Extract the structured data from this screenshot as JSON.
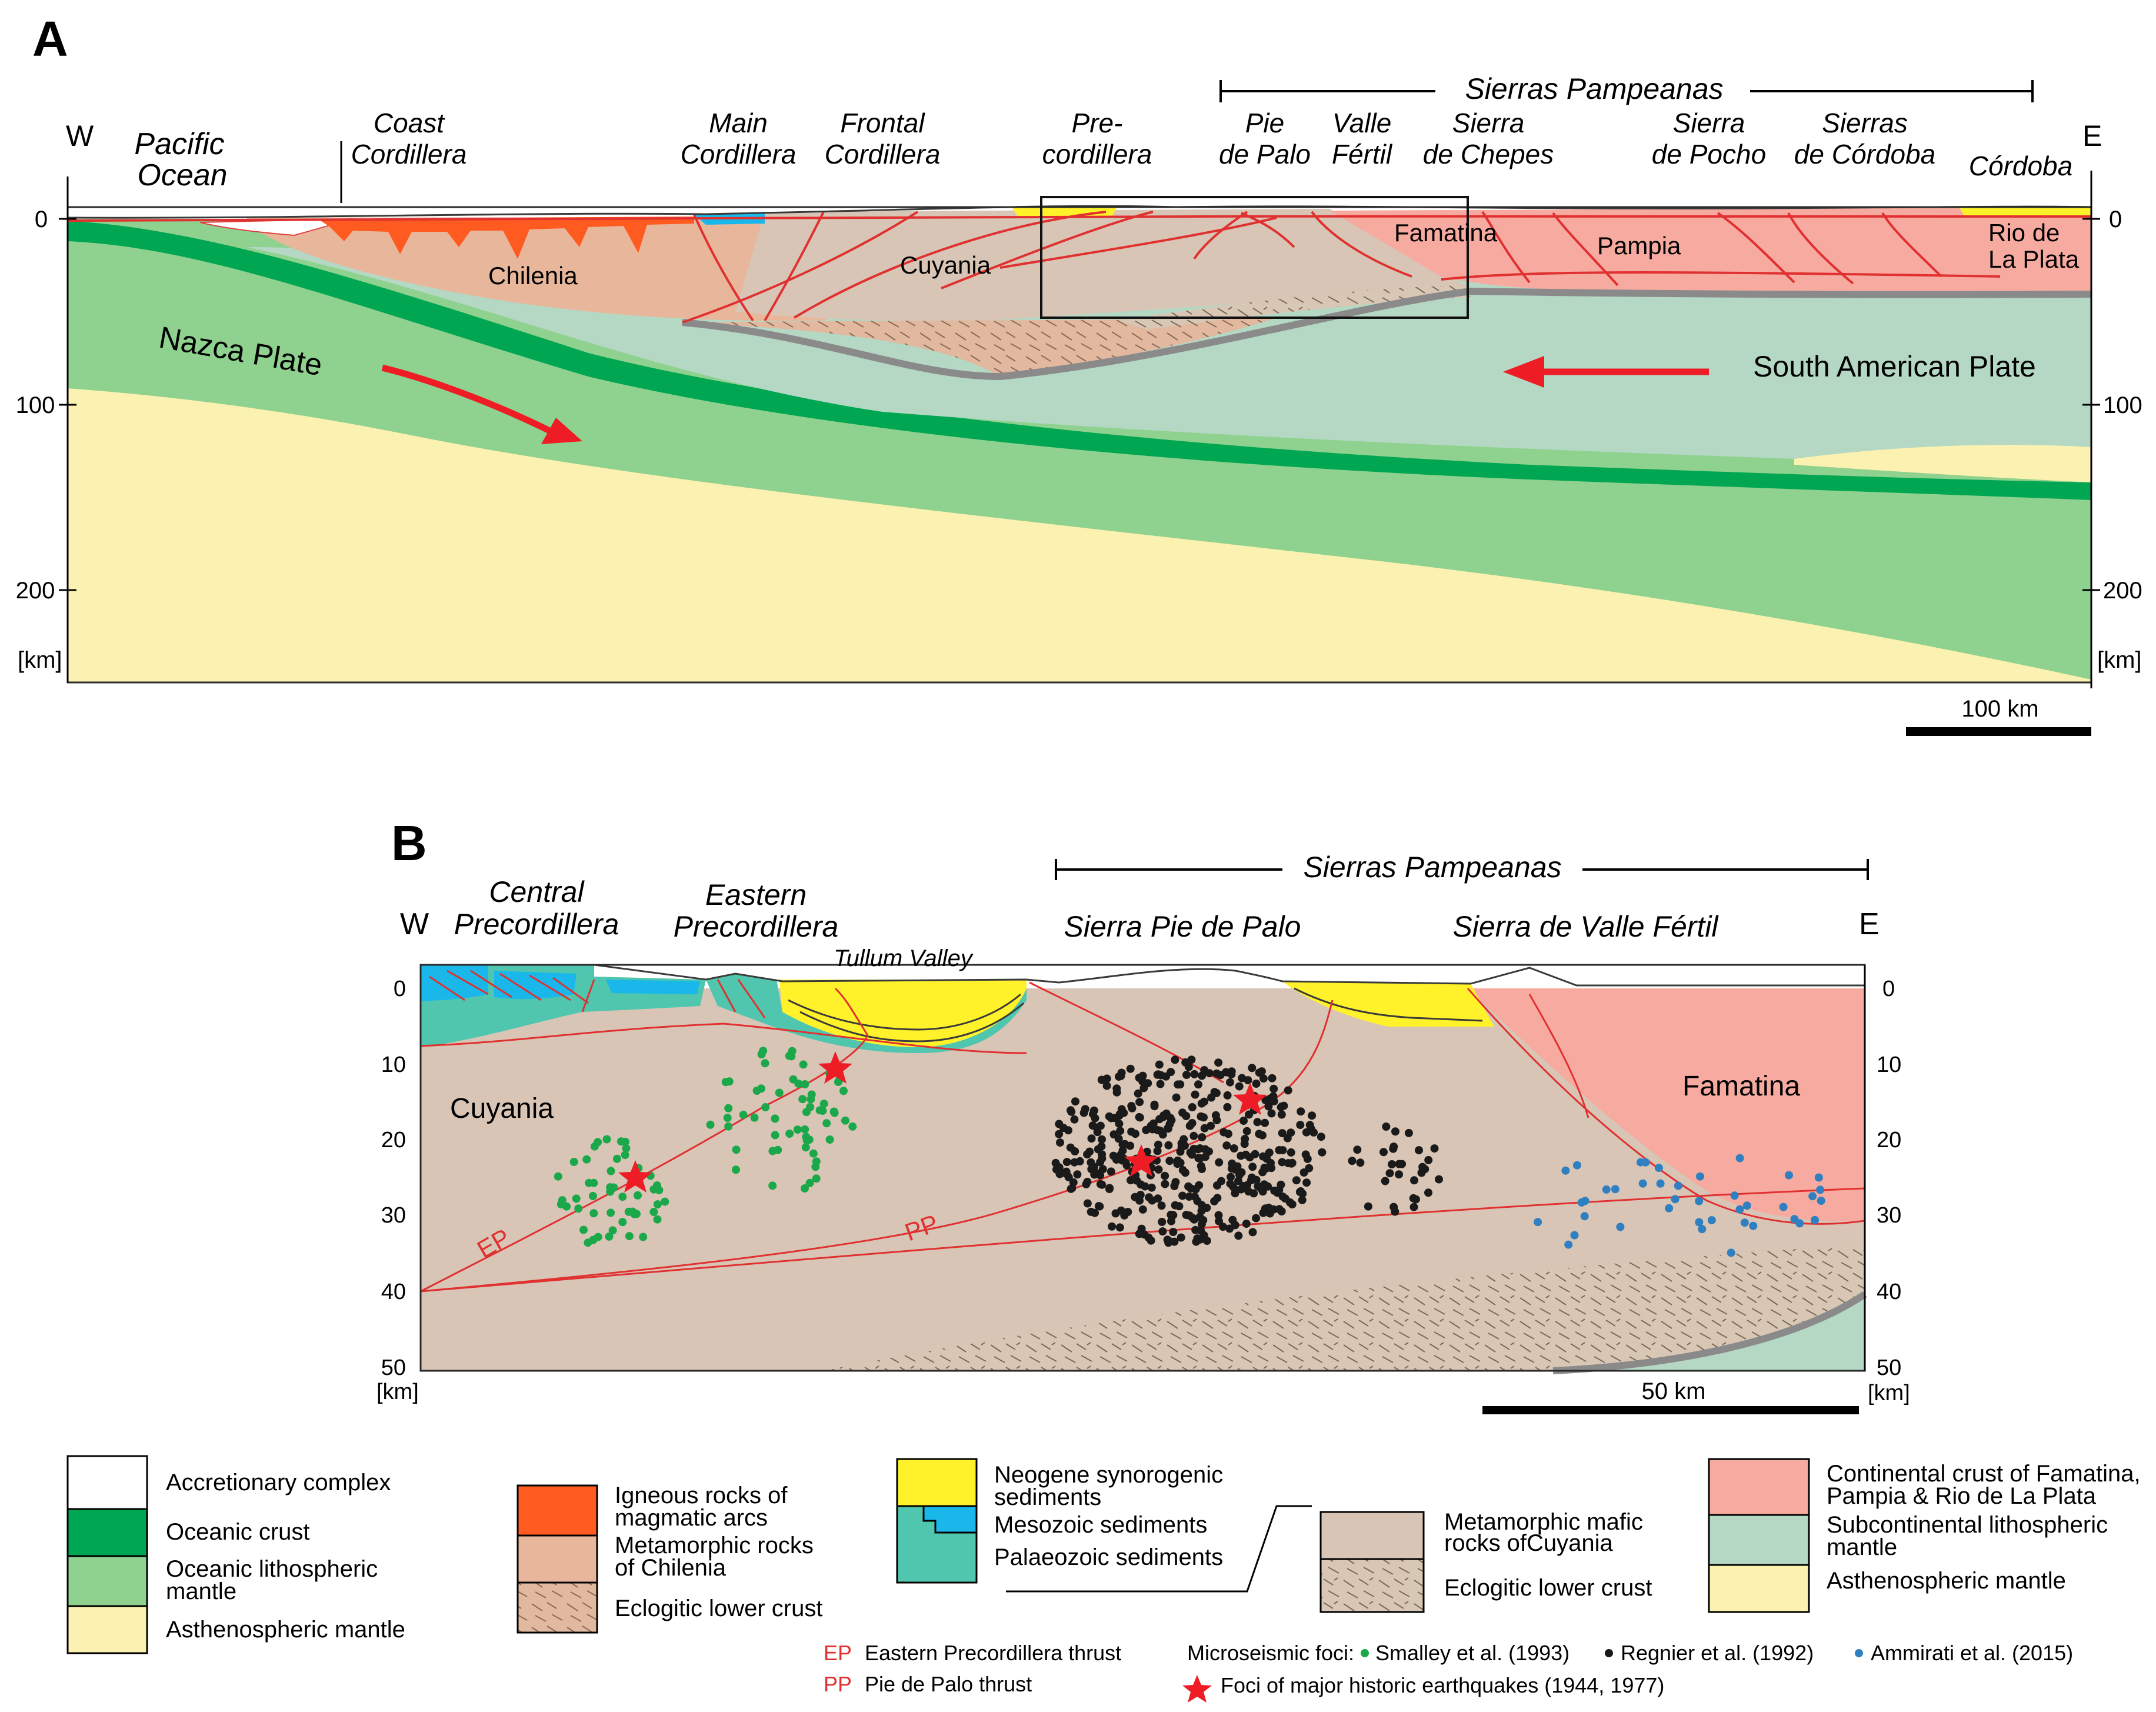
{
  "panel_a": {
    "letter": "A",
    "region_span": "Sierras Pampeanas",
    "west": "W",
    "east": "E",
    "labels_top": [
      {
        "l1": "Pacific",
        "l2": "Ocean"
      },
      {
        "l1": "Coast",
        "l2": "Cordillera"
      },
      {
        "l1": "Main",
        "l2": "Cordillera"
      },
      {
        "l1": "Frontal",
        "l2": "Cordillera"
      },
      {
        "l1": "Pre-",
        "l2": "cordillera"
      },
      {
        "l1": "Pie",
        "l2": "de Palo"
      },
      {
        "l1": "Valle",
        "l2": "Fértil"
      },
      {
        "l1": "Sierra",
        "l2": "de Chepes"
      },
      {
        "l1": "Sierra",
        "l2": "de Pocho"
      },
      {
        "l1": "Sierras",
        "l2": "de Córdoba"
      },
      {
        "l1": "Córdoba",
        "l2": ""
      }
    ],
    "units": [
      "Chilenia",
      "Cuyania",
      "Famatina",
      "Pampia",
      "Rio de",
      "La Plata",
      "Nazca Plate",
      "South American Plate"
    ],
    "depth_ticks": [
      "0",
      "100",
      "200"
    ],
    "km_unit": "[km]",
    "scale": "100 km"
  },
  "panel_b": {
    "letter": "B",
    "region_span": "Sierras Pampeanas",
    "west": "W",
    "east": "E",
    "labels_top": {
      "central_l1": "Central",
      "central_l2": "Precordillera",
      "eastern_l1": "Eastern",
      "eastern_l2": "Precordillera",
      "tullum": "Tullum Valley",
      "pie_de_palo": "Sierra Pie de Palo",
      "valle_fertil": "Sierra de Valle Fértil"
    },
    "units": {
      "cuyania": "Cuyania",
      "famatina": "Famatina"
    },
    "faults": {
      "ep": "EP",
      "pp": "PP"
    },
    "depth_ticks": [
      "0",
      "10",
      "20",
      "30",
      "40",
      "50"
    ],
    "km_unit": "[km]",
    "scale": "50 km"
  },
  "legend": {
    "col1": [
      {
        "color": "#ffffff",
        "label": "Accretionary complex"
      },
      {
        "color": "#00a651",
        "label": "Oceanic crust"
      },
      {
        "color": "#8fd18e",
        "label": "Oceanic lithospheric mantle"
      },
      {
        "color": "#fbf1b0",
        "label": "Asthenospheric mantle"
      }
    ],
    "col2": [
      {
        "color": "#ff5a1f",
        "label": "Igneous rocks of magmatic arcs"
      },
      {
        "color": "#e8b79b",
        "label": "Metamorphic rocks of Chilenia"
      },
      {
        "color": "#d9c7b5",
        "label": "Eclogitic lower crust"
      }
    ],
    "col3": [
      {
        "color": "#fff22a",
        "label": "Neogene synorogenic sediments"
      },
      {
        "color": "#1ab7ea",
        "label": "Mesozoic sediments"
      },
      {
        "color": "#4fc6ad",
        "label": "Palaeozoic sediments"
      }
    ],
    "col4": [
      {
        "color": "#d8c5b5",
        "label": "Metamorphic mafic rocks ofCuyania"
      },
      {
        "color": "#d9c7b5",
        "label": "Eclogitic lower crust"
      }
    ],
    "col5": [
      {
        "color": "#f7aaa0",
        "label": "Continental crust of Famatina, Pampia & Rio de La Plata"
      },
      {
        "color": "#b4d8c4",
        "label": "Subcontinental lithospheric mantle"
      },
      {
        "color": "#fbf1b0",
        "label": "Asthenospheric mantle"
      }
    ],
    "faults": [
      {
        "code": "EP",
        "label": "Eastern Precordillera thrust"
      },
      {
        "code": "PP",
        "label": "Pie de Palo thrust"
      }
    ],
    "foci_title": "Microseismic foci:",
    "foci": [
      {
        "color": "#1aa84a",
        "label": "Smalley et al. (1993)"
      },
      {
        "color": "#1a1a1a",
        "label": "Regnier et al. (1992)"
      },
      {
        "color": "#2f7fc1",
        "label": "Ammirati et al. (2015)"
      }
    ],
    "historic": "Foci of major historic earthquakes (1944, 1977)"
  }
}
